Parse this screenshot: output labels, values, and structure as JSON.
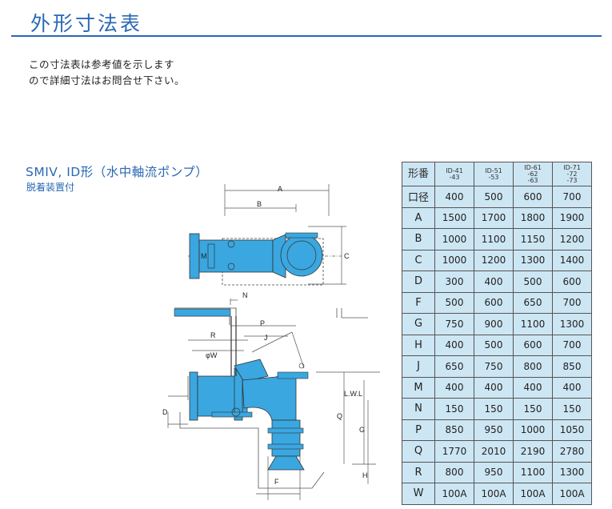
{
  "title": "外形寸法表",
  "note_lines": [
    "この寸法表は参考値を示します",
    "ので詳細寸法はお問合せ下さい。"
  ],
  "subtitle": "SMIV, ID形（水中軸流ポンプ）",
  "subtitle2": "脱着装置付",
  "drawing_labels": {
    "A": "A",
    "B": "B",
    "C": "C",
    "M": "M",
    "N": "N",
    "P": "P",
    "R": "R",
    "J": "J",
    "W": "φW",
    "D": "D",
    "G": "G",
    "Q": "Q",
    "F": "F",
    "H": "H",
    "LWL": "L.W.L"
  },
  "table": {
    "header_label": "形番",
    "models": [
      [
        "ID-41",
        "-43"
      ],
      [
        "ID-51",
        "-53"
      ],
      [
        "ID-61",
        "-62",
        "-63"
      ],
      [
        "ID-71",
        "-72",
        "-73"
      ]
    ],
    "rows": [
      {
        "label": "口径",
        "values": [
          "400",
          "500",
          "600",
          "700"
        ]
      },
      {
        "label": "A",
        "values": [
          "1500",
          "1700",
          "1800",
          "1900"
        ]
      },
      {
        "label": "B",
        "values": [
          "1000",
          "1100",
          "1150",
          "1200"
        ]
      },
      {
        "label": "C",
        "values": [
          "1000",
          "1200",
          "1300",
          "1400"
        ]
      },
      {
        "label": "D",
        "values": [
          "300",
          "400",
          "500",
          "600"
        ]
      },
      {
        "label": "F",
        "values": [
          "500",
          "600",
          "650",
          "700"
        ]
      },
      {
        "label": "G",
        "values": [
          "750",
          "900",
          "1100",
          "1300"
        ]
      },
      {
        "label": "H",
        "values": [
          "400",
          "500",
          "600",
          "700"
        ]
      },
      {
        "label": "J",
        "values": [
          "650",
          "750",
          "800",
          "850"
        ]
      },
      {
        "label": "M",
        "values": [
          "400",
          "400",
          "400",
          "400"
        ]
      },
      {
        "label": "N",
        "values": [
          "150",
          "150",
          "150",
          "150"
        ]
      },
      {
        "label": "P",
        "values": [
          "850",
          "950",
          "1000",
          "1050"
        ]
      },
      {
        "label": "Q",
        "values": [
          "1770",
          "2010",
          "2190",
          "2780"
        ]
      },
      {
        "label": "R",
        "values": [
          "800",
          "950",
          "1100",
          "1300"
        ]
      },
      {
        "label": "W",
        "values": [
          "100A",
          "100A",
          "100A",
          "100A"
        ]
      }
    ]
  },
  "colors": {
    "accent": "#2a68b4",
    "pump": "#3aa7e0",
    "table_bg": "#cde6f3"
  }
}
